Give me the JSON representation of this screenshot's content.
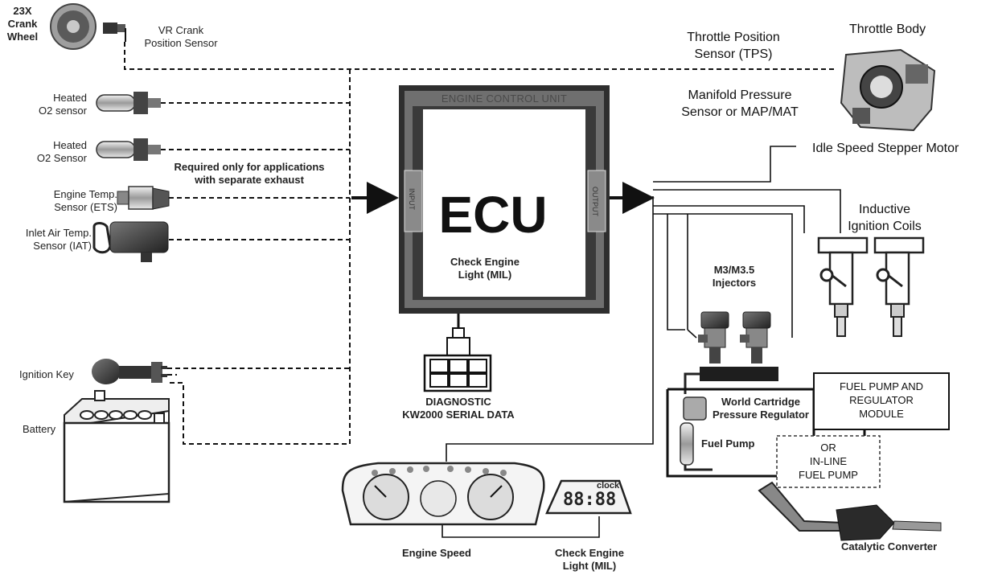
{
  "labels": {
    "crank_wheel": [
      "23X",
      "Crank",
      "Wheel"
    ],
    "vr_sensor": [
      "VR Crank",
      "Position Sensor"
    ],
    "o2_sensor_1": [
      "Heated",
      "O2 sensor"
    ],
    "o2_sensor_2": [
      "Heated",
      "O2 Sensor"
    ],
    "exhaust_note": [
      "Required only for applications",
      "with separate exhaust"
    ],
    "ets": [
      "Engine Temp.",
      "Sensor (ETS)"
    ],
    "iat": [
      "Inlet Air Temp.",
      "Sensor (IAT)"
    ],
    "ignition_key": "Ignition Key",
    "battery": "Battery",
    "tps": [
      "Throttle Position",
      "Sensor (TPS)"
    ],
    "throttle_body": "Throttle Body",
    "map": [
      "Manifold Pressure",
      "Sensor or MAP/MAT"
    ],
    "idle_motor": "Idle Speed Stepper Motor",
    "ignition_coils": [
      "Inductive",
      "Ignition Coils"
    ],
    "injectors": [
      "M3/M3.5",
      "Injectors"
    ],
    "pressure_regulator": [
      "World Cartridge",
      "Pressure Regulator"
    ],
    "fuel_pump": "Fuel Pump",
    "fuel_pump_module": [
      "FUEL PUMP  AND",
      "REGULATOR",
      "MODULE"
    ],
    "inline_pump": [
      "OR",
      "IN-LINE",
      "FUEL PUMP"
    ],
    "catalytic": "Catalytic Converter",
    "engine_speed": "Engine Speed",
    "mil_bottom": [
      "Check Engine",
      "Light (MIL)"
    ],
    "diagnostic": [
      "DIAGNOSTIC",
      "KW2000 SERIAL DATA"
    ],
    "ecu_frame": "ENGINE CONTROL UNIT",
    "ecu_name": "ECU",
    "ecu_input": "INPUT",
    "ecu_output": "OUTPUT",
    "ecu_mil": [
      "Check Engine",
      "Light (MIL)"
    ],
    "clock_title": "clock",
    "clock_digits": "88:88"
  },
  "colors": {
    "ecu_frame": "#2b2b2b",
    "ecu_bevel": "#6e6e6e",
    "line": "#111111",
    "component_dark": "#333333",
    "component_light": "#cfcfcf"
  },
  "icons": [
    "crank-wheel-icon",
    "vr-sensor-icon",
    "o2-sensor-icon",
    "temp-sensor-icon",
    "iat-sensor-icon",
    "ignition-key-icon",
    "battery-icon",
    "throttle-body-icon",
    "ignition-coil-icon",
    "injector-icon",
    "fuel-rail-icon",
    "fuel-pump-icon",
    "catalytic-converter-icon",
    "instrument-cluster-icon",
    "clock-icon",
    "diagnostic-connector-icon"
  ]
}
